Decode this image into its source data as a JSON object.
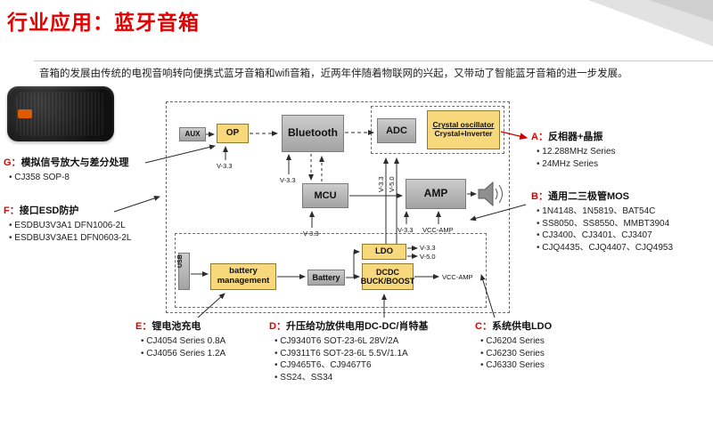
{
  "header": {
    "title": "行业应用：蓝牙音箱",
    "description": "音箱的发展由传统的电视音响转向便携式蓝牙音箱和wifi音箱，近两年伴随着物联网的兴起，又带动了智能蓝牙音箱的进一步发展。"
  },
  "colors": {
    "accent_red": "#e50000",
    "block_yellow": "#f7d87b",
    "block_gray": "#b5b5b5"
  },
  "diagram": {
    "blocks": {
      "aux": "AUX",
      "op": "OP",
      "bluetooth": "Bluetooth",
      "adc": "ADC",
      "crystal1": "Crystal oscillator",
      "crystal2": "Crystal+Inverter",
      "mcu": "MCU",
      "amp": "AMP",
      "usb": "USB",
      "bm": "battery management",
      "battery": "Battery",
      "ldo": "LDO",
      "dcdc1": "DCDC",
      "dcdc2": "BUCK/BOOST"
    },
    "labels": {
      "v33": "V-3.3",
      "v50": "V-5.0",
      "vcc": "VCC-AMP"
    }
  },
  "sections": {
    "a": {
      "letter": "A：",
      "title": "反相器+晶振",
      "items": [
        "12.288MHz Series",
        "24MHz Series"
      ]
    },
    "b": {
      "letter": "B：",
      "title": "通用二三极管MOS",
      "items": [
        "1N4148、1N5819、BAT54C",
        "SS8050、SS8550、MMBT3904",
        "CJ3400、CJ3401、CJ3407",
        "CJQ4435、CJQ4407、CJQ4953"
      ]
    },
    "c": {
      "letter": "C：",
      "title": "系统供电LDO",
      "items": [
        "CJ6204 Series",
        "CJ6230 Series",
        "CJ6330 Series"
      ]
    },
    "d": {
      "letter": "D：",
      "title": "升压给功放供电用DC-DC/肖特基",
      "items": [
        "CJ9340T6 SOT-23-6L 28V/2A",
        "CJ9311T6 SOT-23-6L 5.5V/1.1A",
        "CJ9465T6、CJ9467T6",
        "SS24、SS34"
      ]
    },
    "e": {
      "letter": "E：",
      "title": "锂电池充电",
      "items": [
        "CJ4054 Series 0.8A",
        "CJ4056 Series 1.2A"
      ]
    },
    "f": {
      "letter": "F：",
      "title": "接口ESD防护",
      "items": [
        "ESDBU3V3A1 DFN1006-2L",
        "ESDBU3V3AE1 DFN0603-2L"
      ]
    },
    "g": {
      "letter": "G：",
      "title": "模拟信号放大与差分处理",
      "items": [
        "CJ358 SOP-8"
      ]
    }
  }
}
